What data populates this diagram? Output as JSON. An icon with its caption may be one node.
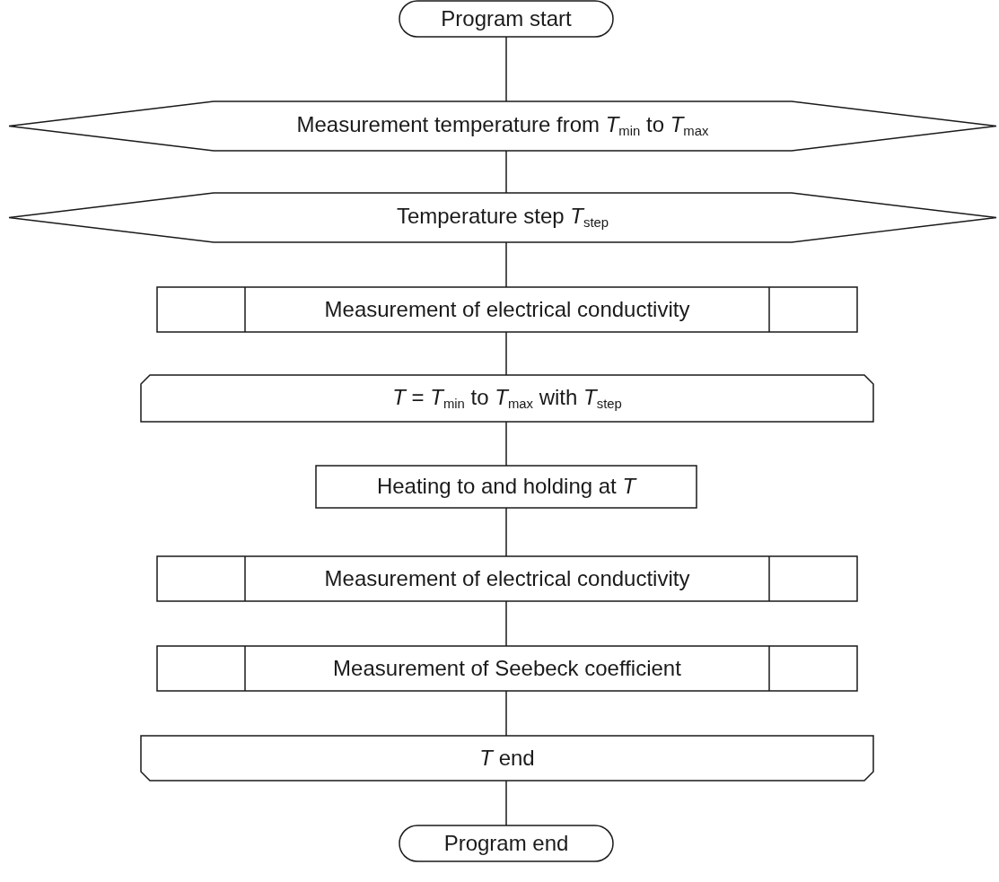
{
  "diagram": {
    "nodes": [
      {
        "text": [
          "Program start"
        ]
      },
      {
        "text": [
          "Measurement temperature from *T*$_{min}$ to *T*$_{max}$"
        ]
      },
      {
        "text": [
          "Temperature step *T*$_{step}$"
        ]
      },
      {
        "text": [
          "Measurement of electrical conductivity"
        ]
      },
      {
        "text": [
          "*T* = *T*$_{min}$ to *T*$_{max}$ with *T*$_{step}$"
        ]
      },
      {
        "text": [
          "Heating to and holding at *T*"
        ]
      },
      {
        "text": [
          "Measurement of electrical conductivity"
        ]
      },
      {
        "text": [
          "Measurement of Seebeck coefficient"
        ]
      },
      {
        "text": [
          "*T* end"
        ]
      },
      {
        "text": [
          "Program end"
        ]
      }
    ],
    "edges": [
      {
        "from": 0,
        "to": 1,
        "arrow": "none"
      },
      {
        "from": 1,
        "to": 2,
        "arrow": "none"
      },
      {
        "from": 2,
        "to": 3,
        "arrow": "none"
      },
      {
        "from": 3,
        "to": 4,
        "arrow": "none"
      },
      {
        "from": 4,
        "to": 5,
        "arrow": "none"
      },
      {
        "from": 5,
        "to": 6,
        "arrow": "none"
      },
      {
        "from": 6,
        "to": 7,
        "arrow": "none"
      },
      {
        "from": 7,
        "to": 8,
        "arrow": "none"
      },
      {
        "from": 8,
        "to": 9,
        "arrow": "none"
      }
    ]
  }
}
